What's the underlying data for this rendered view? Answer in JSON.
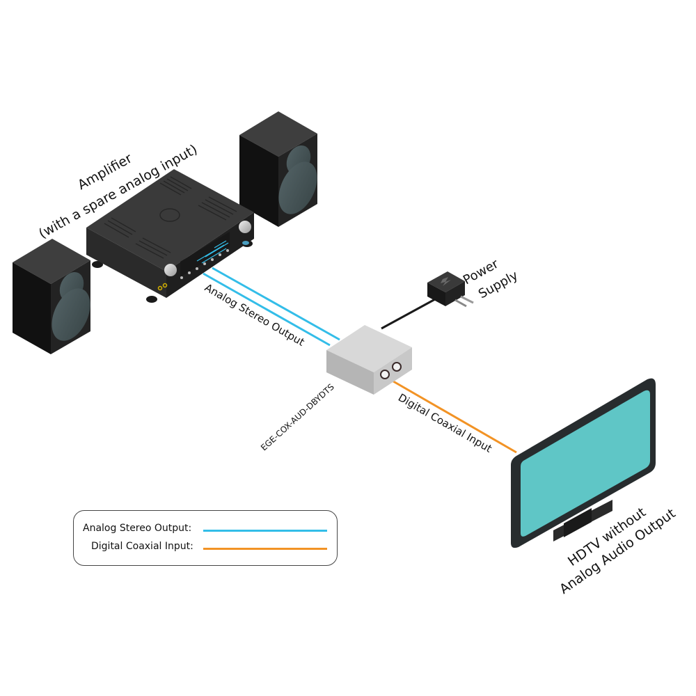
{
  "colors": {
    "analog": "#33bde8",
    "digital": "#f29325",
    "power_cable": "#1a1a1a",
    "device_dark": "#2b2b2b",
    "converter_box": "#d4d4d4",
    "tv_screen": "#5fc6c6"
  },
  "labels": {
    "amplifier_line1": "Amplifier",
    "amplifier_line2": "(with a spare analog input)",
    "power_line1": "Power",
    "power_line2": "Supply",
    "analog_cable": "Analog Stereo Output",
    "digital_cable": "Digital Coaxial Input",
    "converter_model": "EGE-COX-AUD-DBYDTS",
    "tv_line1": "HDTV without",
    "tv_line2": "Analog Audio Output"
  },
  "legend": {
    "items": [
      {
        "label": "Analog Stereo Output:",
        "color": "#33bde8"
      },
      {
        "label": "Digital Coaxial Input:",
        "color": "#f29325"
      }
    ]
  },
  "devices": [
    {
      "id": "speaker-left",
      "name": "Speaker"
    },
    {
      "id": "amplifier",
      "name": "Amplifier"
    },
    {
      "id": "speaker-right",
      "name": "Speaker"
    },
    {
      "id": "power-supply",
      "name": "Power Supply"
    },
    {
      "id": "converter",
      "name": "EGE-COX-AUD-DBYDTS"
    },
    {
      "id": "hdtv",
      "name": "HDTV"
    }
  ],
  "connections": [
    {
      "from": "amplifier",
      "to": "converter",
      "type": "analog",
      "label": "Analog Stereo Output"
    },
    {
      "from": "converter",
      "to": "hdtv",
      "type": "digital",
      "label": "Digital Coaxial Input"
    },
    {
      "from": "power-supply",
      "to": "converter",
      "type": "power"
    }
  ]
}
